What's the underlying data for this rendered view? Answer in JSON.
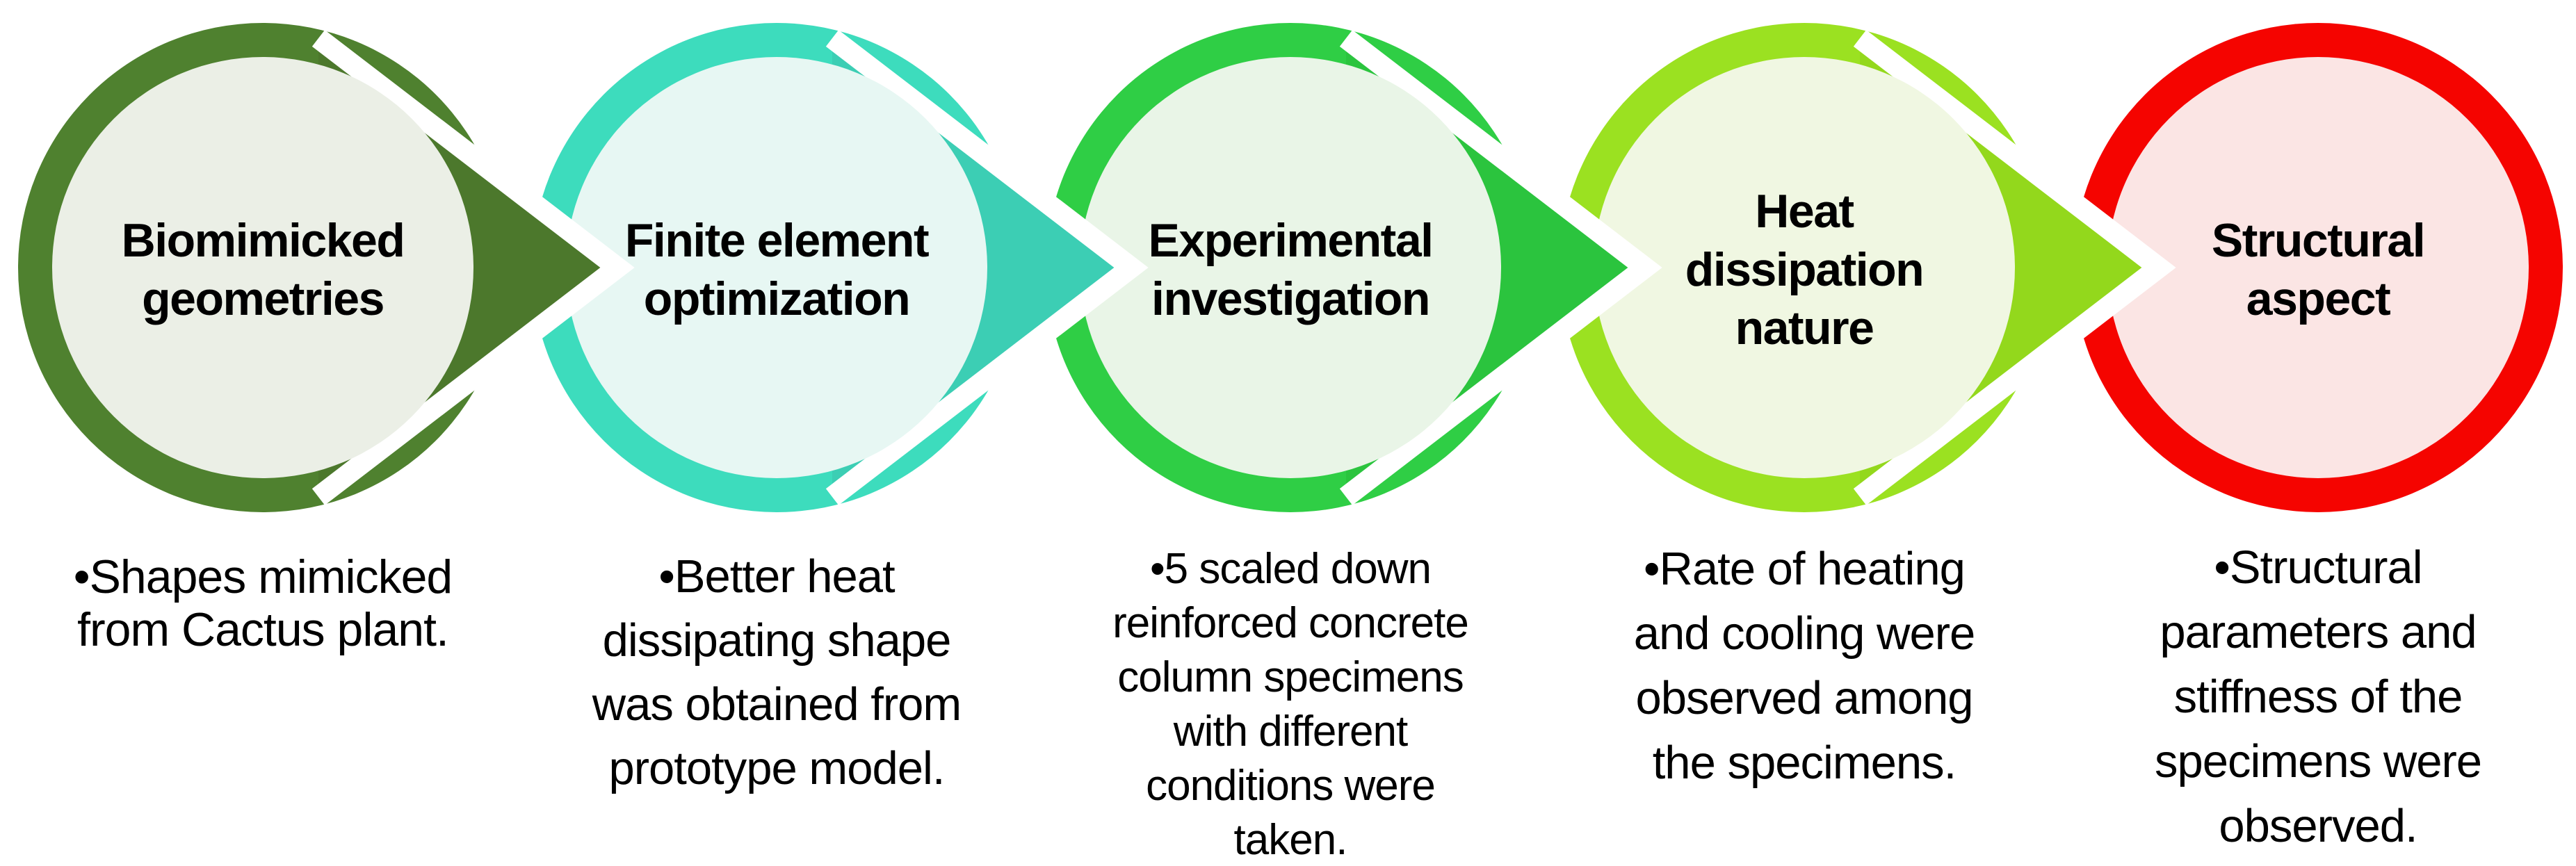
{
  "diagram": {
    "kind": "process-flow",
    "background_color": "#FFFFFF",
    "text_color": "#000000",
    "arrow_outline_color": "#FFFFFF",
    "steps": [
      {
        "id": 1,
        "title": "Biomimicked geometries",
        "title_lines": [
          "Biomimicked",
          "geometries"
        ],
        "ring_color": "#4F812F",
        "arrow_color": "#4C782C",
        "fill_color": "#EBEFE6",
        "bullet_text": "Shapes mimicked from Cactus plant.",
        "bullet_lines": [
          "•Shapes mimicked",
          "from Cactus plant."
        ],
        "has_arrow": true
      },
      {
        "id": 2,
        "title": "Finite element optimization",
        "title_lines": [
          "Finite element",
          "optimization"
        ],
        "ring_color": "#3DDCBD",
        "arrow_color": "#3CCEB4",
        "fill_color": "#E7F7F3",
        "bullet_text": "Better heat dissipating shape was obtained from prototype model.",
        "bullet_lines": [
          "•Better heat",
          "dissipating shape",
          "was obtained from",
          "prototype model."
        ],
        "has_arrow": true
      },
      {
        "id": 3,
        "title": "Experimental investigation",
        "title_lines": [
          "Experimental",
          "investigation"
        ],
        "ring_color": "#2FCE45",
        "arrow_color": "#2BC43E",
        "fill_color": "#E9F5E7",
        "bullet_text": "5 scaled down reinforced concrete column specimens with different conditions were taken.",
        "bullet_lines": [
          "•5 scaled down",
          "reinforced concrete",
          "column specimens",
          "with different",
          "conditions were",
          "taken."
        ],
        "has_arrow": true
      },
      {
        "id": 4,
        "title": "Heat dissipation nature",
        "title_lines": [
          "Heat",
          "dissipation",
          "nature"
        ],
        "ring_color": "#9BE121",
        "arrow_color": "#93D81C",
        "fill_color": "#F0F7E2",
        "bullet_text": "Rate of heating and cooling were observed among the specimens.",
        "bullet_lines": [
          "•Rate of heating",
          "and cooling were",
          "observed among",
          "the specimens."
        ],
        "has_arrow": true
      },
      {
        "id": 5,
        "title": "Structural aspect",
        "title_lines": [
          "Structural",
          "aspect"
        ],
        "ring_color": "#F50400",
        "arrow_color": "#F50400",
        "fill_color": "#FBE5E4",
        "bullet_text": "Structural parameters and stiffness of the specimens were observed.",
        "bullet_lines": [
          "•Structural",
          "parameters and",
          "stiffness of the",
          "specimens were",
          "observed."
        ],
        "has_arrow": false
      }
    ]
  }
}
